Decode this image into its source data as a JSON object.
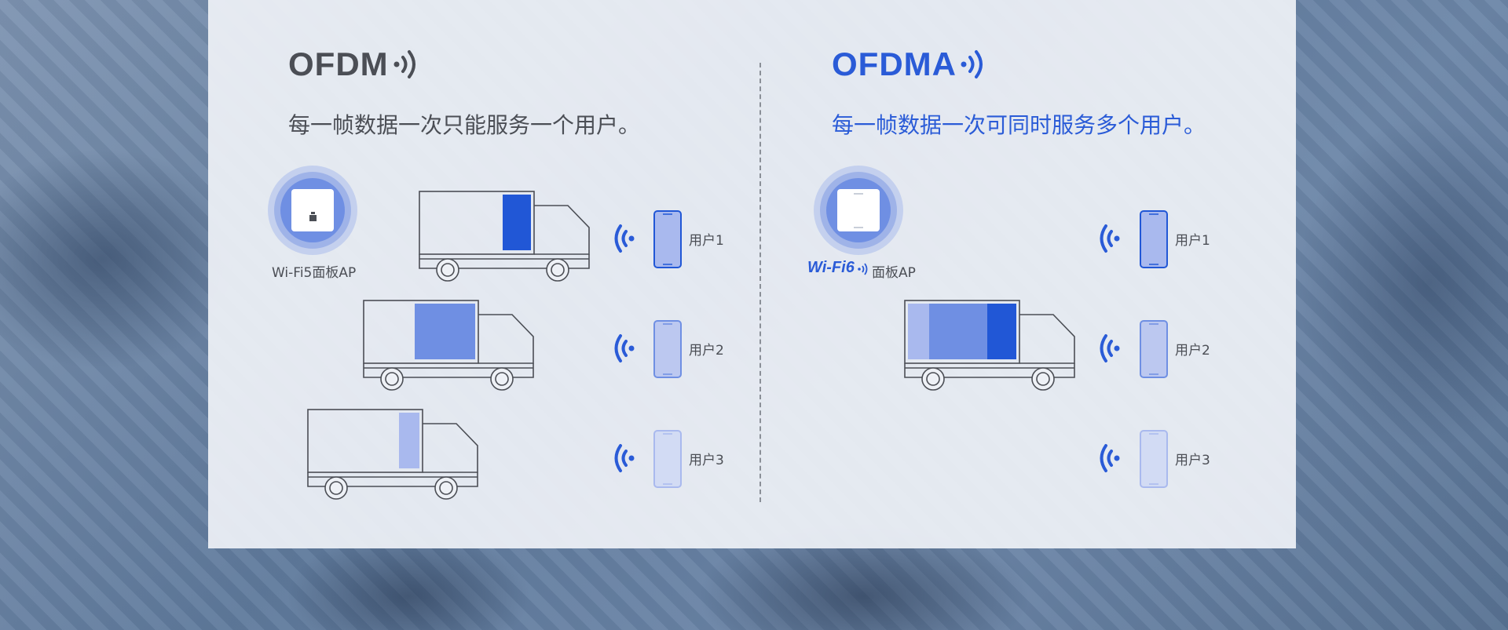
{
  "left": {
    "title": "OFDM",
    "subtitle": "每一帧数据一次只能服务一个用户。",
    "ap_label": "Wi-Fi5面板AP",
    "users": [
      "用户1",
      "用户2",
      "用户3"
    ]
  },
  "right": {
    "title": "OFDMA",
    "subtitle": "每一帧数据一次可同时服务多个用户。",
    "ap_brand": "Wi-Fi6",
    "ap_label": "面板AP",
    "users": [
      "用户1",
      "用户2",
      "用户3"
    ]
  },
  "colors": {
    "accent": "#2a5bd7",
    "text": "#4b4e55",
    "cargo_user1": "#2157d6",
    "cargo_user2": "#6f8fe3",
    "cargo_user3": "#a9b9ee"
  }
}
